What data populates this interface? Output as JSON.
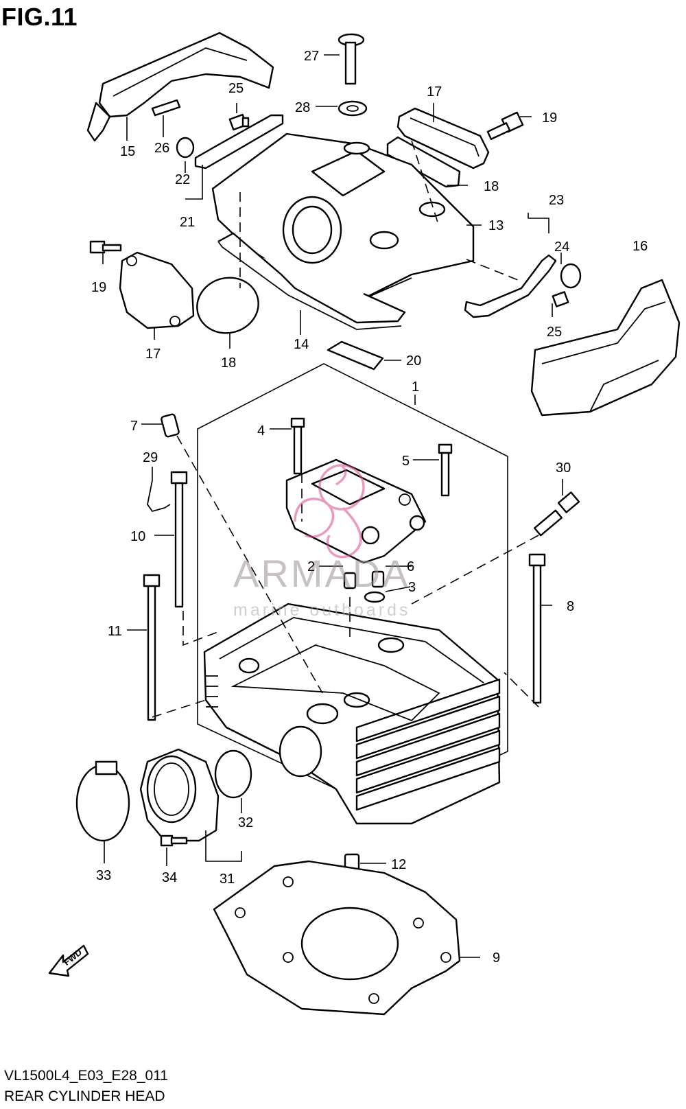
{
  "figure": {
    "title": "FIG.11",
    "code": "VL1500L4_E03_E28_011",
    "name": "REAR CYLINDER HEAD"
  },
  "watermark": {
    "brand": "ARMADA",
    "tagline": "marine outboards",
    "color": "#d64a8c"
  },
  "fwd_label": "FWD",
  "callouts": {
    "c1": "1",
    "c2": "2",
    "c3": "3",
    "c4": "4",
    "c5": "5",
    "c6": "6",
    "c7": "7",
    "c8": "8",
    "c9": "9",
    "c10": "10",
    "c11": "11",
    "c12": "12",
    "c13": "13",
    "c14": "14",
    "c15": "15",
    "c16": "16",
    "c17a": "17",
    "c17b": "17",
    "c18a": "18",
    "c18b": "18",
    "c19a": "19",
    "c19b": "19",
    "c20": "20",
    "c21": "21",
    "c22": "22",
    "c23": "23",
    "c24": "24",
    "c25a": "25",
    "c25b": "25",
    "c26": "26",
    "c27": "27",
    "c28": "28",
    "c29": "29",
    "c30": "30",
    "c31": "31",
    "c32": "32",
    "c33": "33",
    "c34": "34"
  }
}
